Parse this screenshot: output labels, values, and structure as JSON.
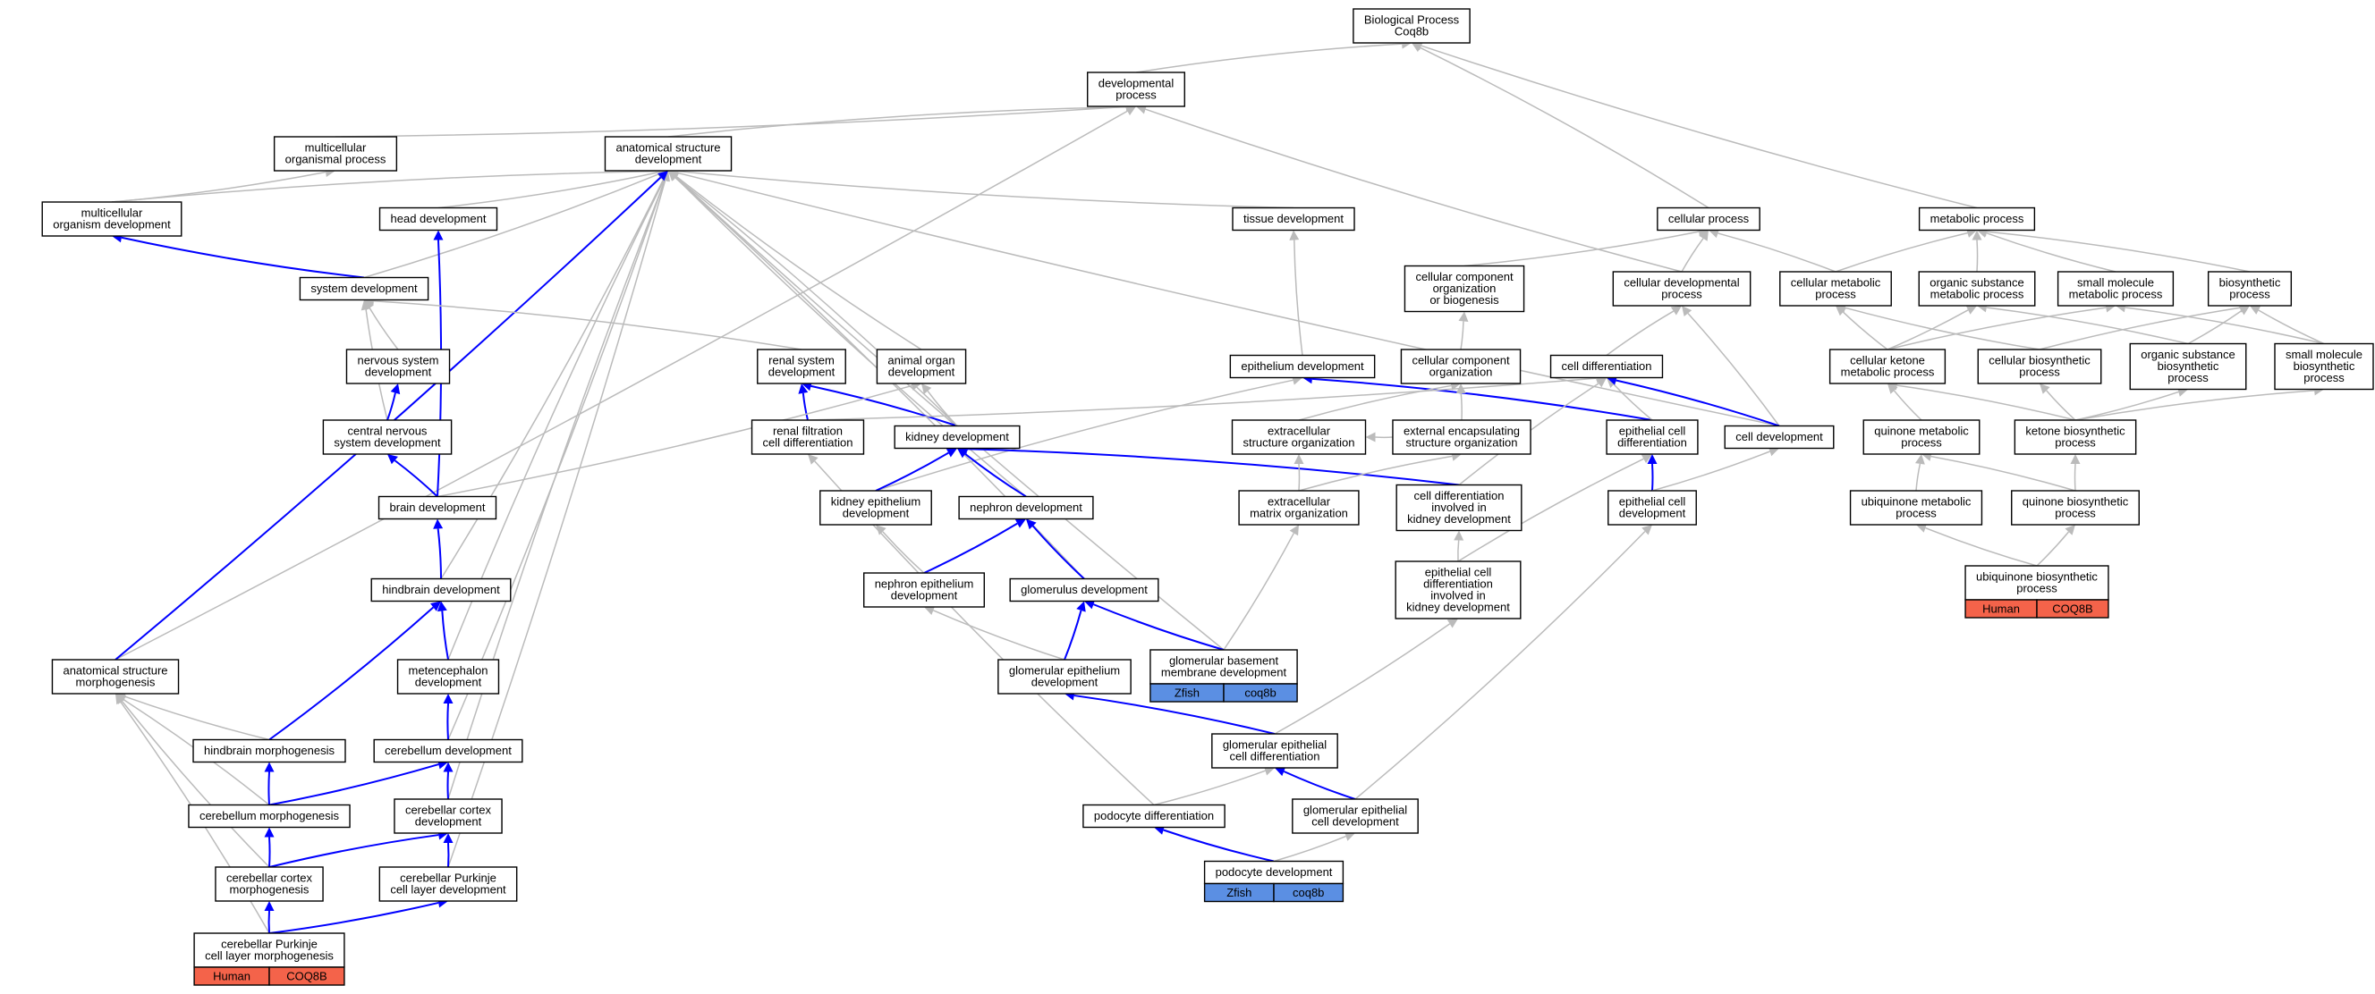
{
  "colors": {
    "gray_edge": "#bbbbbb",
    "blue_edge": "#0000ff",
    "human": "#f4634a",
    "zfish": "#5b8fe3"
  },
  "nodes": [
    {
      "id": "bp",
      "lines": [
        "Biological Process",
        "Coq8b"
      ]
    },
    {
      "id": "dev",
      "lines": [
        "developmental",
        "process"
      ]
    },
    {
      "id": "mop",
      "lines": [
        "multicellular",
        "organismal process"
      ]
    },
    {
      "id": "asd",
      "lines": [
        "anatomical structure",
        "development"
      ]
    },
    {
      "id": "mod",
      "lines": [
        "multicellular",
        "organism development"
      ]
    },
    {
      "id": "head",
      "lines": [
        "head development"
      ]
    },
    {
      "id": "tissue",
      "lines": [
        "tissue development"
      ]
    },
    {
      "id": "cellproc",
      "lines": [
        "cellular process"
      ]
    },
    {
      "id": "metab",
      "lines": [
        "metabolic process"
      ]
    },
    {
      "id": "sysdev",
      "lines": [
        "system development"
      ]
    },
    {
      "id": "ccob",
      "lines": [
        "cellular component",
        "organization",
        "or biogenesis"
      ]
    },
    {
      "id": "celldevproc",
      "lines": [
        "cellular developmental",
        "process"
      ]
    },
    {
      "id": "cellmetab",
      "lines": [
        "cellular metabolic",
        "process"
      ]
    },
    {
      "id": "orgsub",
      "lines": [
        "organic substance",
        "metabolic process"
      ]
    },
    {
      "id": "smallmol",
      "lines": [
        "small molecule",
        "metabolic process"
      ]
    },
    {
      "id": "biosyn",
      "lines": [
        "biosynthetic",
        "process"
      ]
    },
    {
      "id": "nsd",
      "lines": [
        "nervous system",
        "development"
      ]
    },
    {
      "id": "renal",
      "lines": [
        "renal system",
        "development"
      ]
    },
    {
      "id": "aod",
      "lines": [
        "animal organ",
        "development"
      ]
    },
    {
      "id": "epidev",
      "lines": [
        "epithelium development"
      ]
    },
    {
      "id": "cco",
      "lines": [
        "cellular component",
        "organization"
      ]
    },
    {
      "id": "celldiff",
      "lines": [
        "cell differentiation"
      ]
    },
    {
      "id": "cketone",
      "lines": [
        "cellular ketone",
        "metabolic process"
      ]
    },
    {
      "id": "cbiosyn",
      "lines": [
        "cellular biosynthetic",
        "process"
      ]
    },
    {
      "id": "osbiosyn",
      "lines": [
        "organic substance",
        "biosynthetic",
        "process"
      ]
    },
    {
      "id": "smbiosyn",
      "lines": [
        "small molecule",
        "biosynthetic",
        "process"
      ]
    },
    {
      "id": "cnsd",
      "lines": [
        "central nervous",
        "system development"
      ]
    },
    {
      "id": "rfcd",
      "lines": [
        "renal filtration",
        "cell differentiation"
      ]
    },
    {
      "id": "kidney",
      "lines": [
        "kidney development"
      ]
    },
    {
      "id": "ecso",
      "lines": [
        "extracellular",
        "structure organization"
      ]
    },
    {
      "id": "eeso",
      "lines": [
        "external encapsulating",
        "structure organization"
      ]
    },
    {
      "id": "ecd",
      "lines": [
        "epithelial cell",
        "differentiation"
      ]
    },
    {
      "id": "celldev",
      "lines": [
        "cell development"
      ]
    },
    {
      "id": "quinmet",
      "lines": [
        "quinone metabolic",
        "process"
      ]
    },
    {
      "id": "ketbiosyn",
      "lines": [
        "ketone biosynthetic",
        "process"
      ]
    },
    {
      "id": "brain",
      "lines": [
        "brain development"
      ]
    },
    {
      "id": "kepi",
      "lines": [
        "kidney epithelium",
        "development"
      ]
    },
    {
      "id": "nephron",
      "lines": [
        "nephron development"
      ]
    },
    {
      "id": "ecmo",
      "lines": [
        "extracellular",
        "matrix organization"
      ]
    },
    {
      "id": "cdkid",
      "lines": [
        "cell differentiation",
        "involved in",
        "kidney development"
      ]
    },
    {
      "id": "ecdev",
      "lines": [
        "epithelial cell",
        "development"
      ]
    },
    {
      "id": "ubimet",
      "lines": [
        "ubiquinone metabolic",
        "process"
      ]
    },
    {
      "id": "quinbio",
      "lines": [
        "quinone biosynthetic",
        "process"
      ]
    },
    {
      "id": "hind",
      "lines": [
        "hindbrain development"
      ]
    },
    {
      "id": "nepi",
      "lines": [
        "nephron epithelium",
        "development"
      ]
    },
    {
      "id": "glom",
      "lines": [
        "glomerulus development"
      ]
    },
    {
      "id": "ecdkid",
      "lines": [
        "epithelial cell",
        "differentiation",
        "involved in",
        "kidney development"
      ]
    },
    {
      "id": "ubibio",
      "lines": [
        "ubiquinone biosynthetic",
        "process"
      ],
      "tag": {
        "type": "human",
        "left": "Human",
        "right": "COQ8B"
      }
    },
    {
      "id": "asm",
      "lines": [
        "anatomical structure",
        "morphogenesis"
      ]
    },
    {
      "id": "met",
      "lines": [
        "metencephalon",
        "development"
      ]
    },
    {
      "id": "gbm",
      "lines": [
        "glomerular basement",
        "membrane development"
      ],
      "tag": {
        "type": "zfish",
        "left": "Zfish",
        "right": "coq8b"
      }
    },
    {
      "id": "gepi",
      "lines": [
        "glomerular epithelium",
        "development"
      ]
    },
    {
      "id": "hmorph",
      "lines": [
        "hindbrain morphogenesis"
      ]
    },
    {
      "id": "cbdev",
      "lines": [
        "cerebellum development"
      ]
    },
    {
      "id": "gecd",
      "lines": [
        "glomerular epithelial",
        "cell differentiation"
      ]
    },
    {
      "id": "cbmorph",
      "lines": [
        "cerebellum morphogenesis"
      ]
    },
    {
      "id": "cbcortex",
      "lines": [
        "cerebellar cortex",
        "development"
      ]
    },
    {
      "id": "podiff",
      "lines": [
        "podocyte differentiation"
      ]
    },
    {
      "id": "gecdev",
      "lines": [
        "glomerular epithelial",
        "cell development"
      ]
    },
    {
      "id": "cbcmorph",
      "lines": [
        "cerebellar cortex",
        "morphogenesis"
      ]
    },
    {
      "id": "purkdev",
      "lines": [
        "cerebellar Purkinje",
        "cell layer development"
      ]
    },
    {
      "id": "podev",
      "lines": [
        "podocyte development"
      ],
      "tag": {
        "type": "zfish",
        "left": "Zfish",
        "right": "coq8b"
      }
    },
    {
      "id": "purkmorph",
      "lines": [
        "cerebellar Purkinje",
        "cell layer morphogenesis"
      ],
      "tag": {
        "type": "human",
        "left": "Human",
        "right": "COQ8B"
      }
    }
  ],
  "edges": [
    {
      "from": "dev",
      "to": "bp",
      "color": "gray"
    },
    {
      "from": "cellproc",
      "to": "bp",
      "color": "gray"
    },
    {
      "from": "metab",
      "to": "bp",
      "color": "gray"
    },
    {
      "from": "mop",
      "to": "dev",
      "color": "gray"
    },
    {
      "from": "asd",
      "to": "dev",
      "color": "gray"
    },
    {
      "from": "asm",
      "to": "dev",
      "color": "gray"
    },
    {
      "from": "celldevproc",
      "to": "dev",
      "color": "gray"
    },
    {
      "from": "mod",
      "to": "mop",
      "color": "gray"
    },
    {
      "from": "mod",
      "to": "asd",
      "color": "gray"
    },
    {
      "from": "head",
      "to": "asd",
      "color": "gray"
    },
    {
      "from": "tissue",
      "to": "asd",
      "color": "gray"
    },
    {
      "from": "sysdev",
      "to": "asd",
      "color": "gray"
    },
    {
      "from": "aod",
      "to": "asd",
      "color": "gray"
    },
    {
      "from": "kidney",
      "to": "asd",
      "color": "gray"
    },
    {
      "from": "celldev",
      "to": "asd",
      "color": "gray"
    },
    {
      "from": "hind",
      "to": "asd",
      "color": "gray"
    },
    {
      "from": "met",
      "to": "asd",
      "color": "gray"
    },
    {
      "from": "cbdev",
      "to": "asd",
      "color": "gray"
    },
    {
      "from": "cbcortex",
      "to": "asd",
      "color": "gray"
    },
    {
      "from": "purkdev",
      "to": "asd",
      "color": "gray"
    },
    {
      "from": "nephron",
      "to": "asd",
      "color": "gray"
    },
    {
      "from": "glom",
      "to": "asd",
      "color": "gray"
    },
    {
      "from": "gbm",
      "to": "asd",
      "color": "gray"
    },
    {
      "from": "asm",
      "to": "asd",
      "color": "blue"
    },
    {
      "from": "sysdev",
      "to": "mod",
      "color": "blue"
    },
    {
      "from": "brain",
      "to": "head",
      "color": "blue"
    },
    {
      "from": "epidev",
      "to": "tissue",
      "color": "gray"
    },
    {
      "from": "ccob",
      "to": "cellproc",
      "color": "gray"
    },
    {
      "from": "celldevproc",
      "to": "cellproc",
      "color": "gray"
    },
    {
      "from": "cellmetab",
      "to": "cellproc",
      "color": "gray"
    },
    {
      "from": "cellmetab",
      "to": "metab",
      "color": "gray"
    },
    {
      "from": "orgsub",
      "to": "metab",
      "color": "gray"
    },
    {
      "from": "smallmol",
      "to": "metab",
      "color": "gray"
    },
    {
      "from": "biosyn",
      "to": "metab",
      "color": "gray"
    },
    {
      "from": "nsd",
      "to": "sysdev",
      "color": "gray"
    },
    {
      "from": "renal",
      "to": "sysdev",
      "color": "gray"
    },
    {
      "from": "cnsd",
      "to": "sysdev",
      "color": "gray"
    },
    {
      "from": "cco",
      "to": "ccob",
      "color": "gray"
    },
    {
      "from": "celldiff",
      "to": "celldevproc",
      "color": "gray"
    },
    {
      "from": "celldev",
      "to": "celldevproc",
      "color": "gray"
    },
    {
      "from": "cketone",
      "to": "cellmetab",
      "color": "gray"
    },
    {
      "from": "cketone",
      "to": "orgsub",
      "color": "gray"
    },
    {
      "from": "cbiosyn",
      "to": "cellmetab",
      "color": "gray"
    },
    {
      "from": "osbiosyn",
      "to": "orgsub",
      "color": "gray"
    },
    {
      "from": "cketone",
      "to": "smallmol",
      "color": "gray"
    },
    {
      "from": "smbiosyn",
      "to": "smallmol",
      "color": "gray"
    },
    {
      "from": "cbiosyn",
      "to": "biosyn",
      "color": "gray"
    },
    {
      "from": "osbiosyn",
      "to": "biosyn",
      "color": "gray"
    },
    {
      "from": "smbiosyn",
      "to": "biosyn",
      "color": "gray"
    },
    {
      "from": "cnsd",
      "to": "nsd",
      "color": "blue"
    },
    {
      "from": "rfcd",
      "to": "renal",
      "color": "blue"
    },
    {
      "from": "kidney",
      "to": "renal",
      "color": "blue"
    },
    {
      "from": "kidney",
      "to": "aod",
      "color": "gray"
    },
    {
      "from": "brain",
      "to": "aod",
      "color": "gray"
    },
    {
      "from": "kepi",
      "to": "epidev",
      "color": "gray"
    },
    {
      "from": "ecd",
      "to": "epidev",
      "color": "blue"
    },
    {
      "from": "ecso",
      "to": "cco",
      "color": "gray"
    },
    {
      "from": "eeso",
      "to": "cco",
      "color": "gray"
    },
    {
      "from": "ecd",
      "to": "celldiff",
      "color": "gray"
    },
    {
      "from": "celldev",
      "to": "celldiff",
      "color": "blue"
    },
    {
      "from": "cdkid",
      "to": "celldiff",
      "color": "gray"
    },
    {
      "from": "rfcd",
      "to": "celldiff",
      "color": "gray"
    },
    {
      "from": "quinmet",
      "to": "cketone",
      "color": "gray"
    },
    {
      "from": "ketbiosyn",
      "to": "cketone",
      "color": "gray"
    },
    {
      "from": "ketbiosyn",
      "to": "cbiosyn",
      "color": "gray"
    },
    {
      "from": "ketbiosyn",
      "to": "osbiosyn",
      "color": "gray"
    },
    {
      "from": "ketbiosyn",
      "to": "smbiosyn",
      "color": "gray"
    },
    {
      "from": "brain",
      "to": "cnsd",
      "color": "blue"
    },
    {
      "from": "podiff",
      "to": "rfcd",
      "color": "gray"
    },
    {
      "from": "kepi",
      "to": "kidney",
      "color": "blue"
    },
    {
      "from": "nephron",
      "to": "kidney",
      "color": "blue"
    },
    {
      "from": "cdkid",
      "to": "kidney",
      "color": "blue"
    },
    {
      "from": "eeso",
      "to": "ecso",
      "color": "gray"
    },
    {
      "from": "ecmo",
      "to": "ecso",
      "color": "gray"
    },
    {
      "from": "ecmo",
      "to": "eeso",
      "color": "gray"
    },
    {
      "from": "ecdev",
      "to": "ecd",
      "color": "blue"
    },
    {
      "from": "ecdkid",
      "to": "ecd",
      "color": "gray"
    },
    {
      "from": "ecdev",
      "to": "celldev",
      "color": "gray"
    },
    {
      "from": "ubimet",
      "to": "quinmet",
      "color": "gray"
    },
    {
      "from": "quinbio",
      "to": "quinmet",
      "color": "gray"
    },
    {
      "from": "quinbio",
      "to": "ketbiosyn",
      "color": "gray"
    },
    {
      "from": "hind",
      "to": "brain",
      "color": "blue"
    },
    {
      "from": "nepi",
      "to": "kepi",
      "color": "gray"
    },
    {
      "from": "nepi",
      "to": "nephron",
      "color": "blue"
    },
    {
      "from": "glom",
      "to": "nephron",
      "color": "blue"
    },
    {
      "from": "gbm",
      "to": "ecmo",
      "color": "gray"
    },
    {
      "from": "ecdkid",
      "to": "cdkid",
      "color": "gray"
    },
    {
      "from": "gecdev",
      "to": "ecdev",
      "color": "gray"
    },
    {
      "from": "ubibio",
      "to": "ubimet",
      "color": "gray"
    },
    {
      "from": "ubibio",
      "to": "quinbio",
      "color": "gray"
    },
    {
      "from": "met",
      "to": "hind",
      "color": "blue"
    },
    {
      "from": "hmorph",
      "to": "hind",
      "color": "blue"
    },
    {
      "from": "gepi",
      "to": "nepi",
      "color": "gray"
    },
    {
      "from": "gepi",
      "to": "glom",
      "color": "blue"
    },
    {
      "from": "gbm",
      "to": "glom",
      "color": "blue"
    },
    {
      "from": "gecd",
      "to": "ecdkid",
      "color": "gray"
    },
    {
      "from": "cbdev",
      "to": "met",
      "color": "blue"
    },
    {
      "from": "gecd",
      "to": "gepi",
      "color": "blue"
    },
    {
      "from": "hmorph",
      "to": "asm",
      "color": "gray"
    },
    {
      "from": "cbmorph",
      "to": "asm",
      "color": "gray"
    },
    {
      "from": "cbcmorph",
      "to": "asm",
      "color": "gray"
    },
    {
      "from": "purkmorph",
      "to": "asm",
      "color": "gray"
    },
    {
      "from": "cbmorph",
      "to": "hmorph",
      "color": "blue"
    },
    {
      "from": "cbmorph",
      "to": "cbdev",
      "color": "blue"
    },
    {
      "from": "cbcortex",
      "to": "cbdev",
      "color": "blue"
    },
    {
      "from": "podiff",
      "to": "gecd",
      "color": "gray"
    },
    {
      "from": "gecdev",
      "to": "gecd",
      "color": "blue"
    },
    {
      "from": "cbcmorph",
      "to": "cbmorph",
      "color": "blue"
    },
    {
      "from": "cbcmorph",
      "to": "cbcortex",
      "color": "blue"
    },
    {
      "from": "purkdev",
      "to": "cbcortex",
      "color": "blue"
    },
    {
      "from": "podev",
      "to": "podiff",
      "color": "blue"
    },
    {
      "from": "podev",
      "to": "gecdev",
      "color": "gray"
    },
    {
      "from": "purkmorph",
      "to": "cbcmorph",
      "color": "blue"
    },
    {
      "from": "purkmorph",
      "to": "purkdev",
      "color": "blue"
    }
  ]
}
